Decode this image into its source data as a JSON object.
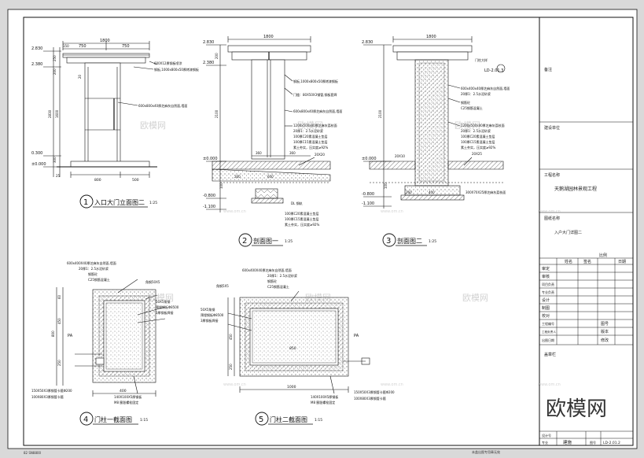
{
  "elevation_a": {
    "width_total": "1800",
    "w_left": "750",
    "w_right": "750",
    "w_side": "150",
    "h_top": "2.830",
    "h_mid": "2.380",
    "h_low": "0.300",
    "h_base": "±0.000",
    "d_250": "250",
    "d_200": "200",
    "d_2830": "2830",
    "d_1600": "1600",
    "d_300": "300",
    "d_20": "20",
    "d_25": "25",
    "w_800": "800",
    "w_500": "500",
    "note_1": "600X12厚钢板喷涂",
    "note_2": "钢板,1000x800x50厚烤漆钢板",
    "note_3": "600x800x40厚芝麻灰自然面,墙面",
    "title_num": "1",
    "title": "入口大门立面图二",
    "scale": "1:25"
  },
  "section_1": {
    "w_1800": "1800",
    "h_top": "2.830",
    "h_2380": "2.380",
    "h_0": "±0.000",
    "h_neg1": "-0.800",
    "h_neg2": "-1.100",
    "d_200": "200",
    "d_2100": "2100",
    "d_600": "600",
    "d_360a": "360",
    "d_360b": "360",
    "d_260": "260",
    "d_100": "100",
    "note_1": "钢板,1000x800x50厚烤漆钢板",
    "note_2": "门槛：80X50X3钢管,钢板套焊",
    "note_3": "600x800x40厚芝麻灰自然面,墙面",
    "note_4": "1200x500x80厚芝麻灰荔枝面",
    "note_5": "20厚1：2.5水泥砂浆",
    "note_6": "100厚C20素混凝土垫层",
    "note_7": "100厚C15素混凝土垫层",
    "note_8": "素土夯实，压实度≥92%",
    "note_9": "DL 钢轨",
    "note_10": "100厚C20素混凝土垫层",
    "note_11": "100厚C15素混凝土垫层",
    "note_12": "素土夯实，压实度≥92%",
    "note_13": "20X20",
    "title_num": "2",
    "title": "剖面图一",
    "scale": "1:25"
  },
  "section_2": {
    "w_1800": "1800",
    "h_top": "2.830",
    "h_0": "±0.000",
    "h_neg1": "-0.800",
    "h_neg2": "-1.100",
    "detail_ref": "门柱大样",
    "detail_code": "LD-2.01.3",
    "d_2100": "2100",
    "d_20x10": "20X10",
    "d_260": "260",
    "d_400": "400",
    "d_100": "100",
    "note_1": "600x400x40厚芝麻灰自然面,墙面",
    "note_2": "20厚1：2.5水泥砂浆",
    "note_3": "钢筋砼",
    "note_4": "C25钢筋混凝土",
    "note_5": "1200x500x80厚芝麻灰荔枝面",
    "note_6": "20厚1：2.5水泥砂浆",
    "note_7": "100厚C20素混凝土垫层",
    "note_8": "100厚C15素混凝土垫层",
    "note_9": "素土夯实，压实度≥92%",
    "note_10": "20X25",
    "note_11": "300X70X25厚芝麻灰荔枝面",
    "title_num": "3",
    "title": "剖面图二",
    "scale": "1:25"
  },
  "plan_1": {
    "note_1": "600x400X40厚芝麻灰自然面,墙面",
    "note_2": "20厚1：2.5水泥砂浆",
    "note_3": "钢筋砼",
    "note_4": "C25钢筋混凝土",
    "note_5": "角钢50X5",
    "note_6": "50X5角钢",
    "note_7": "预埋钢板Φ8500",
    "note_8": "3厚钢板焊接",
    "note_9": "150X50X3厚钢管卡箍Φ200",
    "note_10": "100X80X3厚钢管卡箍",
    "note_11": "140X100X5厚钢板",
    "note_12": "M8 膨胀螺栓固定",
    "d_800": "800",
    "d_450": "450",
    "d_250": "250",
    "d_60": "60",
    "d_400": "400",
    "pa": "PA",
    "title_num": "4",
    "title": "门柱一截面图",
    "scale": "1:15"
  },
  "plan_2": {
    "note_1": "600x400X40厚芝麻灰自然面,墙面",
    "note_2": "20厚1：2.5水泥砂浆",
    "note_3": "钢筋砼",
    "note_4": "C25钢筋混凝土",
    "note_5": "角钢5X5",
    "note_6": "50X5角钢",
    "note_7": "预埋钢板Φ8500",
    "note_8": "3厚钢板焊接",
    "note_9": "150X50X3厚钢管卡箍Φ200",
    "note_10": "100X80X3厚钢管卡箍",
    "note_11": "140X100X5厚钢板",
    "note_12": "M8 膨胀螺栓固定",
    "d_1000": "1000",
    "d_850": "850",
    "d_450": "450",
    "d_250": "250",
    "pa": "PA",
    "title_num": "5",
    "title": "门柱二截面图",
    "scale": "1:15"
  },
  "title_block": {
    "remark": "备注",
    "client": "建设单位",
    "project_label": "工程名称",
    "project_name": "天鹅湖园林景观工程",
    "drawing_label": "图纸名称",
    "drawing_name": "入户大门详图二",
    "sign_header": "比例",
    "col_name": "姓名",
    "col_sign": "签名",
    "col_date": "日期",
    "rows": [
      "审定",
      "审核",
      "项目负责",
      "专业负责",
      "设计",
      "制图",
      "校对"
    ],
    "rows2": [
      "工程编号",
      "工程负责人",
      "出图日期"
    ],
    "right_rows": [
      "图号",
      "版本",
      "修改"
    ],
    "stamp": "盖章栏",
    "footer_1": "设计号",
    "footer_2": "专业",
    "footer_3": "建施",
    "footer_4": "图号",
    "footer_code": "LD-2.01.2",
    "footer_company": "未盖出图专用章无效"
  },
  "watermark": "欧模网",
  "watermark_url": "www.om.cn",
  "corner_code": "82 SN8800",
  "colors": {
    "background": "#d9d9d9",
    "paper": "#ffffff",
    "line": "#111111",
    "hatch": "#555555"
  }
}
